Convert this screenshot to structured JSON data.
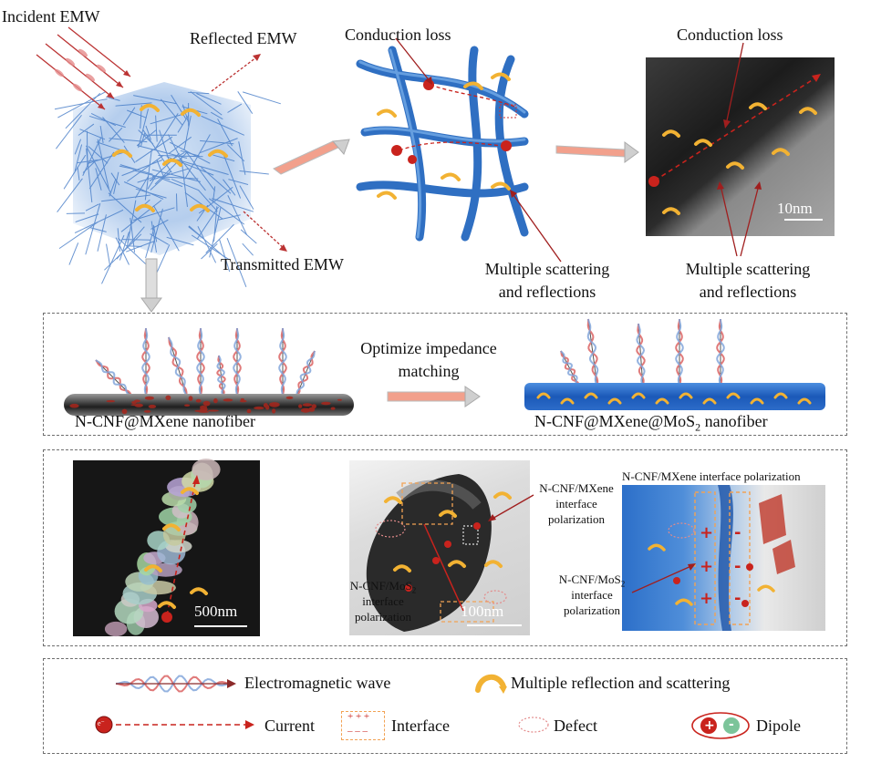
{
  "top": {
    "incident": "Incident EMW",
    "reflected": "Reflected EMW",
    "transmitted": "Transmitted EMW",
    "conduction_loss_1": "Conduction loss",
    "conduction_loss_2": "Conduction loss",
    "scatter_1a": "Multiple scattering",
    "scatter_1b": "and reflections",
    "scatter_2a": "Multiple scattering",
    "scatter_2b": "and reflections",
    "scale_tem": "10nm"
  },
  "middle": {
    "optimize_a": "Optimize impedance",
    "optimize_b": "matching",
    "fiber_left": "N-CNF@MXene nanofiber",
    "fiber_right_prefix": "N-CNF@MXene@MoS",
    "fiber_right_sub": "2",
    "fiber_right_suffix": " nanofiber"
  },
  "bottom": {
    "scale_sem": "500nm",
    "scale_tem2": "100nm",
    "mxene_int_a": "N-CNF/MXene",
    "mxene_int_b": "interface",
    "mxene_int_c": "polarization",
    "mos2_int_a_prefix": "N-CNF/MoS",
    "mos2_int_a_sub": "2",
    "mos2_int_b": "interface",
    "mos2_int_c": "polarization",
    "right_title": "N-CNF/MXene interface polarization",
    "right_mos2_a_prefix": "N-CNF/MoS",
    "right_mos2_a_sub": "2",
    "right_mos2_b": "interface",
    "right_mos2_c": "polarization"
  },
  "legend": {
    "em_wave": "Electromagnetic wave",
    "multi_reflect": "Multiple reflection and scattering",
    "current": "Current",
    "interface": "Interface",
    "defect": "Defect",
    "dipole": "Dipole",
    "interface_plus": "+ + +",
    "interface_minus": "– – –",
    "electron": "e⁻",
    "dipole_plus": "+",
    "dipole_minus": "-"
  },
  "colors": {
    "fiber_blue": "#2f6fc2",
    "wave_red": "#e07a7a",
    "wave_blue": "#7aa0d8",
    "arrow_red": "#c0272d",
    "swirl_yellow": "#f2b233",
    "dipole_green": "#7cc49a"
  }
}
